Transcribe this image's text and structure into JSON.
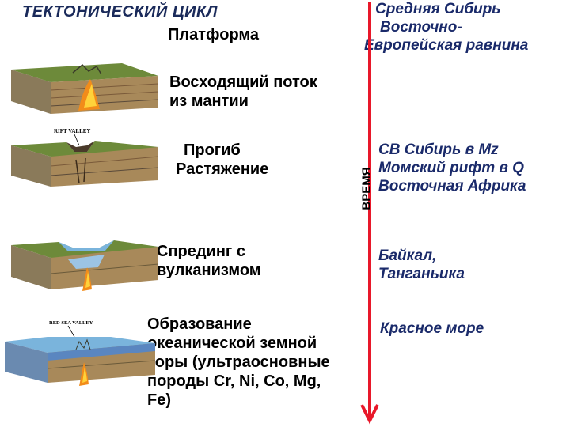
{
  "title": "ТЕКТОНИЧЕСКИЙ ЦИКЛ",
  "time_axis_label": "ВРЕМЯ",
  "colors": {
    "arrow": "#e8182a",
    "examples": "#1a2a6a",
    "magma": "#f28c1a",
    "water": "#7ab4dc"
  },
  "stages": [
    {
      "text": "Платформа"
    },
    {
      "text_lines": [
        "Восходящий поток",
        "из мантии"
      ]
    },
    {
      "text_lines": [
        "Прогиб",
        "Растяжение"
      ],
      "image_label": "RIFT VALLEY"
    },
    {
      "text_lines": [
        "Спрединг с",
        "вулканизмом"
      ]
    },
    {
      "text_lines": [
        "Образование",
        "океанической земной",
        "коры (ультраосновные",
        "породы Cr, Ni, Co, Mg,",
        "Fe)"
      ],
      "image_label": "RED SEA VALLEY"
    }
  ],
  "examples": [
    {
      "lines": [
        "Средняя Сибирь",
        "Восточно-",
        "Европейская равнина"
      ]
    },
    {
      "lines": [
        "СВ Сибирь в Mz",
        "Момский рифт в Q",
        "Восточная Африка"
      ]
    },
    {
      "lines": [
        "Байкал,",
        "Танганьика"
      ]
    },
    {
      "lines": [
        "Красное море"
      ]
    }
  ]
}
